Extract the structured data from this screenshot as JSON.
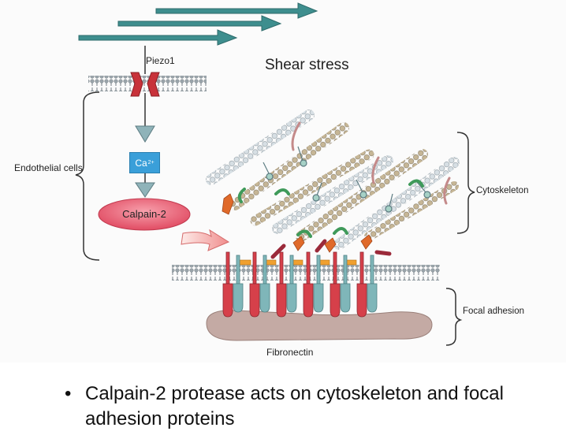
{
  "diagram": {
    "shear_label": "Shear stress",
    "piezo_label": "Piezo1",
    "ca_label": "Ca",
    "ca_superscript": "2+",
    "calpain_label": "Calpain-2",
    "endothelial_label": "Endothelial cells",
    "cytoskeleton_label": "Cytoskeleton",
    "focal_adhesion_label": "Focal adhesion",
    "fibronectin_label": "Fibronectin"
  },
  "caption": {
    "bullet": "•",
    "text": "Calpain-2 protease acts on cytoskeleton and focal adhesion proteins"
  },
  "colors": {
    "shear_arrow": "#3e8e8e",
    "piezo": "#c8323a",
    "calcium": "#3a9fd9",
    "calpain": "#e9556a",
    "fibronectin": "#c4aaa4",
    "integrin_red": "#d6404a",
    "integrin_teal": "#7fb6b9",
    "actin_light": "#c9d3da",
    "actin_tan": "#b8a98c"
  }
}
